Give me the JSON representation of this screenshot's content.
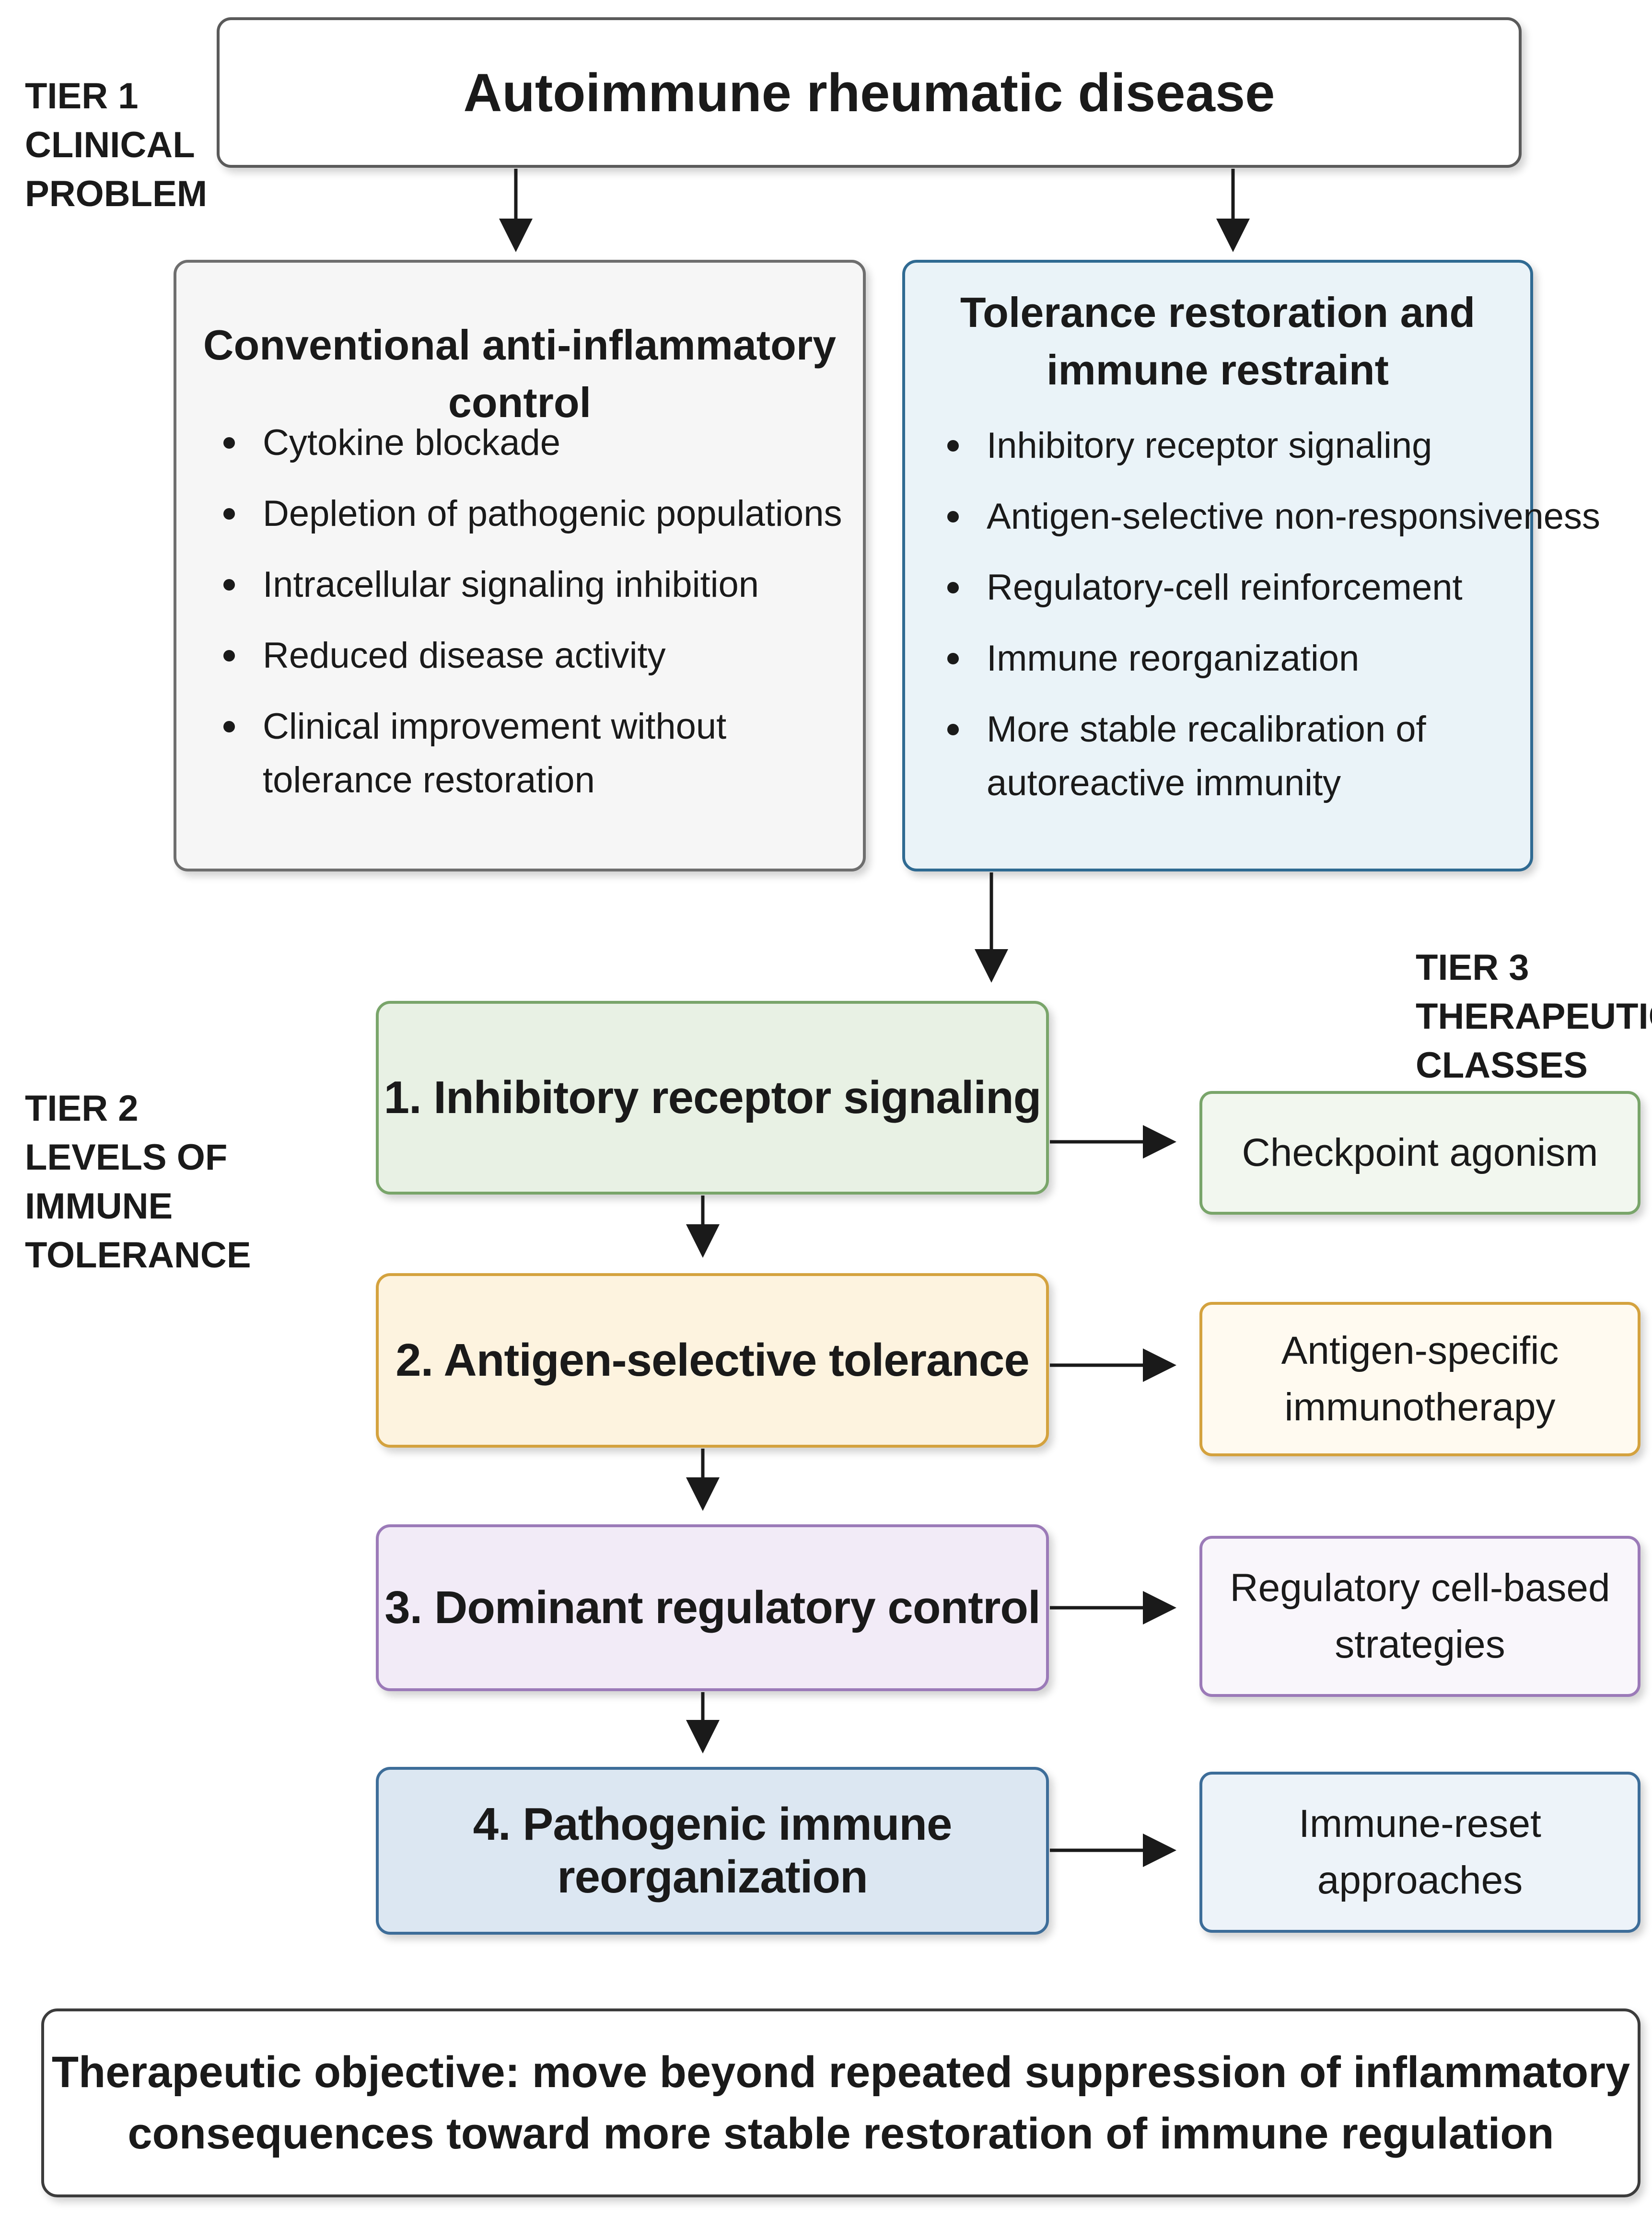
{
  "tiers": {
    "tier1": [
      "TIER 1",
      "CLINICAL",
      "PROBLEM"
    ],
    "tier2": [
      "TIER 2",
      "LEVELS OF",
      "IMMUNE",
      "TOLERANCE"
    ],
    "tier3": [
      "TIER 3",
      "THERAPEUTIC",
      "CLASSES"
    ]
  },
  "top_title": "Autoimmune rheumatic disease",
  "conventional": {
    "heading": "Conventional anti-inflammatory control",
    "bullets": [
      [
        "Cytokine blockade"
      ],
      [
        "Depletion of pathogenic populations"
      ],
      [
        "Intracellular signaling inhibition"
      ],
      [
        "Reduced disease activity"
      ],
      [
        "Clinical improvement without",
        "tolerance restoration"
      ]
    ]
  },
  "tolerance": {
    "heading": [
      "Tolerance restoration and",
      "immune restraint"
    ],
    "bullets": [
      [
        "Inhibitory receptor signaling"
      ],
      [
        "Antigen-selective non-responsiveness"
      ],
      [
        "Regulatory-cell reinforcement"
      ],
      [
        "Immune reorganization"
      ],
      [
        "More stable recalibration of",
        "autoreactive immunity"
      ]
    ]
  },
  "levels": [
    "1. Inhibitory receptor signaling",
    "2.  Antigen-selective tolerance",
    "3.  Dominant regulatory control",
    "4.  Pathogenic immune reorganization"
  ],
  "classes": [
    [
      "Checkpoint agonism"
    ],
    [
      "Antigen-specific",
      "immunotherapy"
    ],
    [
      "Regulatory cell-based",
      "strategies"
    ],
    [
      "Immune-reset",
      "approaches"
    ]
  ],
  "objective": [
    "Therapeutic objective: move beyond repeated suppression of inflammatory",
    "consequences toward more stable restoration of immune regulation"
  ]
}
